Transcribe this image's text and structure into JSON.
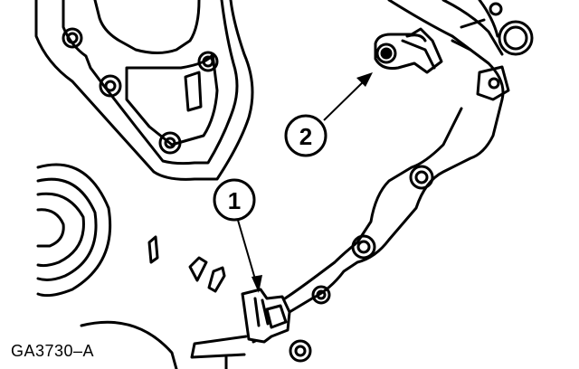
{
  "diagram": {
    "figure_code": "GA3730–A",
    "callouts": [
      {
        "id": "callout-1",
        "label": "1"
      },
      {
        "id": "callout-2",
        "label": "2"
      }
    ]
  }
}
